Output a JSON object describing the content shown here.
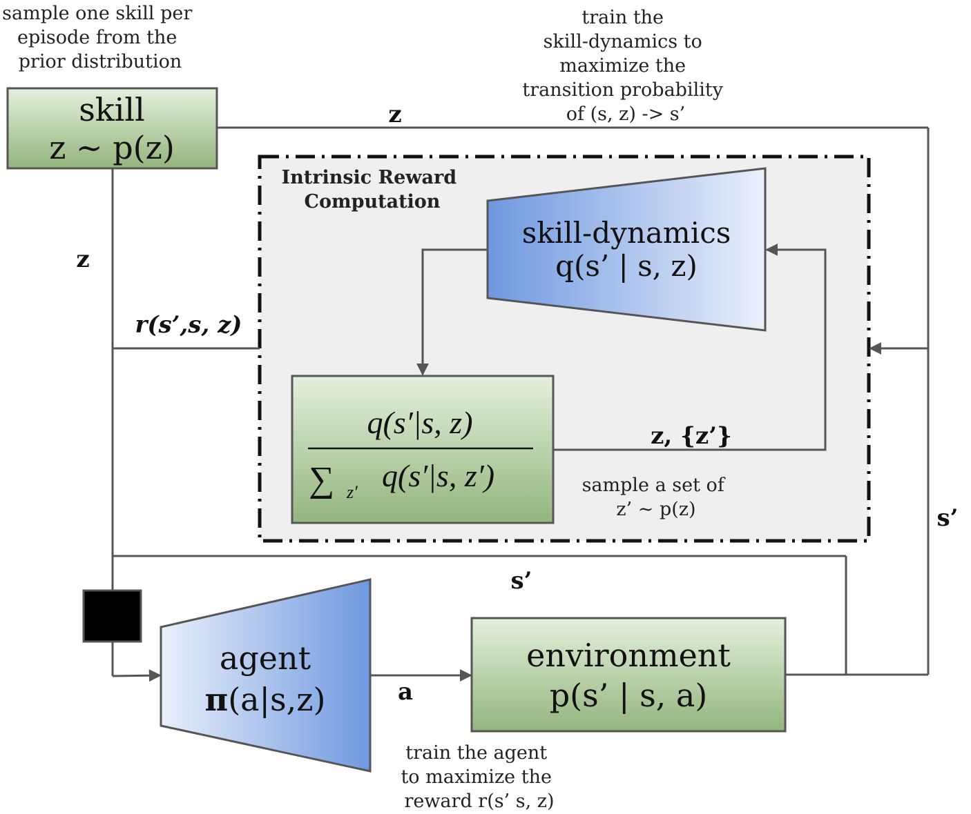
{
  "annotations": {
    "prior_sampling": [
      "sample one skill per",
      "episode from the",
      "prior distribution"
    ],
    "train_skill_dynamics": [
      "train the",
      "skill-dynamics to",
      "maximize the",
      "transition probability",
      "of (s, z) -> s’"
    ],
    "sample_set": [
      "sample a set of",
      "z’ ~ p(z)"
    ],
    "train_agent": [
      "train the agent",
      "to maximize the",
      "reward r(s’ s, z)"
    ]
  },
  "blocks": {
    "skill": [
      "skill",
      "z ~ p(z)"
    ],
    "skill_dynamics": [
      "skill-dynamics",
      "q(s’ | s, z)"
    ],
    "agent": [
      "agent",
      "π",
      "(a|s,z)"
    ],
    "environment": [
      "environment",
      "p(s’ | s, a)"
    ],
    "reward_formula": {
      "numerator": "q(s′|s, z)",
      "denominator_sum": "∑",
      "denominator_sub": "z′",
      "denominator_rest": "q(s′|s, z′)"
    }
  },
  "region_title": [
    "Intrinsic Reward",
    "Computation"
  ],
  "edge_labels": {
    "z_top": "z",
    "z_left": "z",
    "reward": "r(s’,s, z)",
    "z_set": "z, {z’}",
    "s_prime_right": "s’",
    "s_prime_mid": "s’",
    "action": "a"
  },
  "colors": {
    "green_top": "#e4f0dc",
    "green_bottom": "#93b57e",
    "blue_light": "#e8effb",
    "blue_dark": "#6f98e0",
    "region_fill": "#efefef"
  }
}
